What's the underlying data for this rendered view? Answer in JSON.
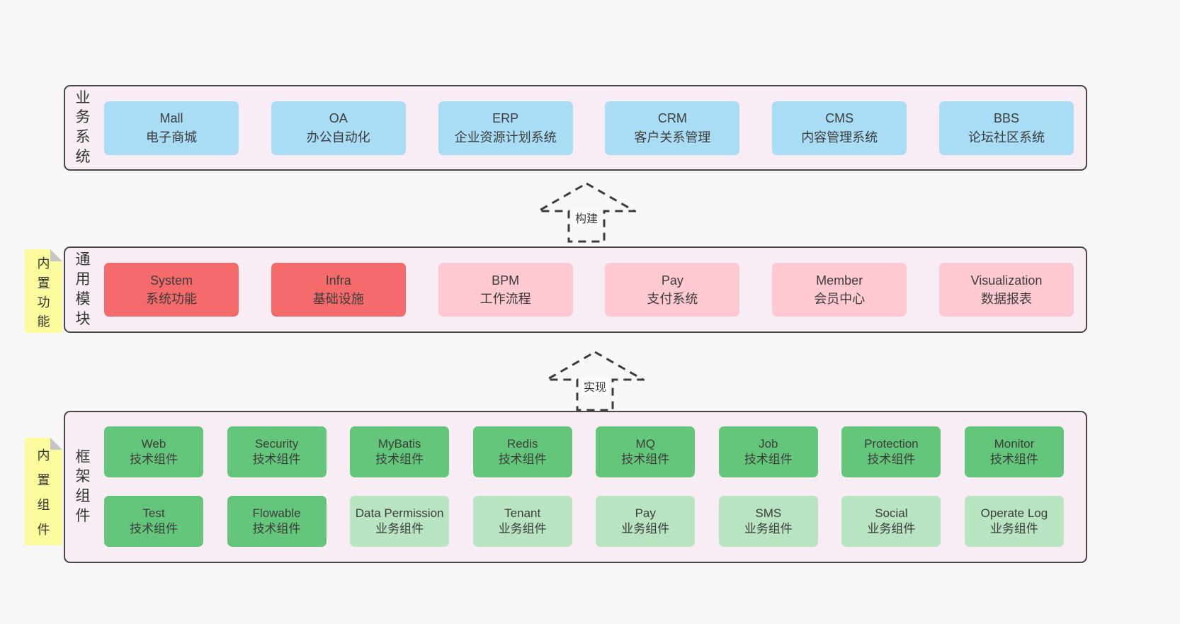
{
  "colors": {
    "page_bg": "#f7f7f7",
    "band_bg": "#f8ecf5",
    "blue": "#a9dcf5",
    "red": "#f56b6b",
    "pink": "#fec9d1",
    "green": "#63c67a",
    "lightgreen": "#b9e4c2",
    "sticky": "#fbfb9e"
  },
  "arrows": [
    {
      "label": "构建"
    },
    {
      "label": "实现"
    }
  ],
  "bands": [
    {
      "label": "业务系统",
      "boxes": [
        {
          "name": "Mall",
          "desc": "电子商城"
        },
        {
          "name": "OA",
          "desc": "办公自动化"
        },
        {
          "name": "ERP",
          "desc": "企业资源计划系统"
        },
        {
          "name": "CRM",
          "desc": "客户关系管理"
        },
        {
          "name": "CMS",
          "desc": "内容管理系统"
        },
        {
          "name": "BBS",
          "desc": "论坛社区系统"
        }
      ]
    },
    {
      "label": "通用模块",
      "sticky": "内置功能",
      "boxes": [
        {
          "name": "System",
          "desc": "系统功能"
        },
        {
          "name": "Infra",
          "desc": "基础设施"
        },
        {
          "name": "BPM",
          "desc": "工作流程"
        },
        {
          "name": "Pay",
          "desc": "支付系统"
        },
        {
          "name": "Member",
          "desc": "会员中心"
        },
        {
          "name": "Visualization",
          "desc": "数据报表"
        }
      ]
    },
    {
      "label": "框架组件",
      "sticky": "内置组件",
      "rows": [
        [
          {
            "name": "Web",
            "desc": "技术组件"
          },
          {
            "name": "Security",
            "desc": "技术组件"
          },
          {
            "name": "MyBatis",
            "desc": "技术组件"
          },
          {
            "name": "Redis",
            "desc": "技术组件"
          },
          {
            "name": "MQ",
            "desc": "技术组件"
          },
          {
            "name": "Job",
            "desc": "技术组件"
          },
          {
            "name": "Protection",
            "desc": "技术组件"
          },
          {
            "name": "Monitor",
            "desc": "技术组件"
          }
        ],
        [
          {
            "name": "Test",
            "desc": "技术组件"
          },
          {
            "name": "Flowable",
            "desc": "技术组件"
          },
          {
            "name": "Data Permission",
            "desc": "业务组件"
          },
          {
            "name": "Tenant",
            "desc": "业务组件"
          },
          {
            "name": "Pay",
            "desc": "业务组件"
          },
          {
            "name": "SMS",
            "desc": "业务组件"
          },
          {
            "name": "Social",
            "desc": "业务组件"
          },
          {
            "name": "Operate Log",
            "desc": "业务组件"
          }
        ]
      ]
    }
  ]
}
